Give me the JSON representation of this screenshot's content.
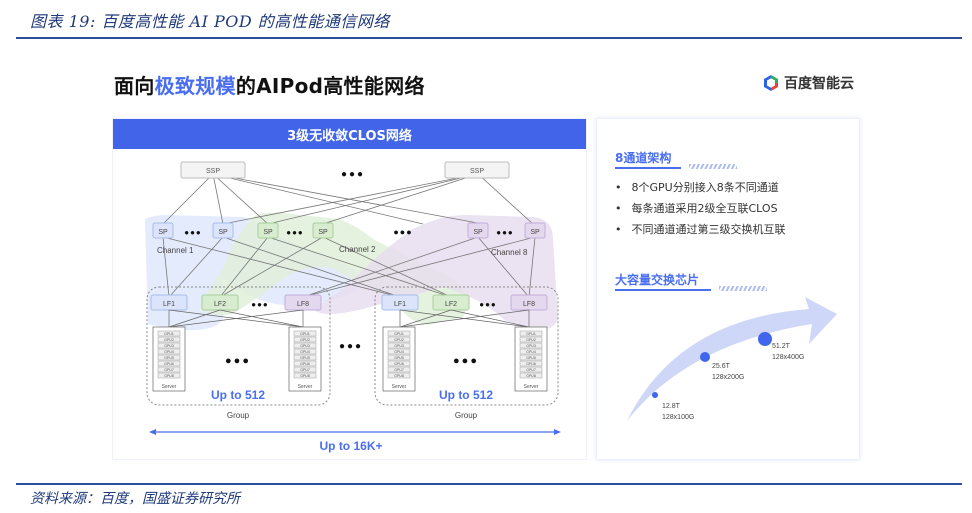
{
  "figure": {
    "title": "图表 19:  百度高性能 AI POD 的高性能通信网络",
    "source": "资料来源：百度，国盛证券研究所"
  },
  "slide": {
    "title_prefix": "面向",
    "title_highlight": "极致规模",
    "title_suffix": "的AIPod高性能网络",
    "brand": "百度智能云",
    "colors": {
      "accent_blue": "#4164e8",
      "channel1": "#dbe4fb",
      "channel2": "#e0efd8",
      "channel8": "#e7dcef"
    }
  },
  "diagram": {
    "header": "3级无收敛CLOS网络",
    "ssp_label": "SSP",
    "sp_label": "SP",
    "channels": [
      {
        "label": "Channel 1"
      },
      {
        "label": "Channel 2"
      },
      {
        "label": "Channel 8"
      }
    ],
    "leaf_labels": [
      "LF1",
      "LF2",
      "LF8"
    ],
    "gpu_labels": [
      "GPU1",
      "GPU2",
      "GPU3",
      "GPU4",
      "GPU5",
      "GPU6",
      "GPU7",
      "GPU8"
    ],
    "server_label": "Server",
    "group_label": "Group",
    "group_capacity": "Up to 512",
    "total_capacity": "Up to 16K+",
    "ellipsis": "●●●"
  },
  "right": {
    "section1_title": "8通道架构",
    "bullets": [
      "8个GPU分别接入8条不同通道",
      "每条通道采用2级全互联CLOS",
      "不同通道通过第三级交换机互联"
    ],
    "section2_title": "大容量交换芯片",
    "chips": [
      {
        "capacity": "12.8T",
        "ports": "128x100G"
      },
      {
        "capacity": "25.6T",
        "ports": "128x200G"
      },
      {
        "capacity": "51.2T",
        "ports": "128x400G"
      }
    ]
  }
}
